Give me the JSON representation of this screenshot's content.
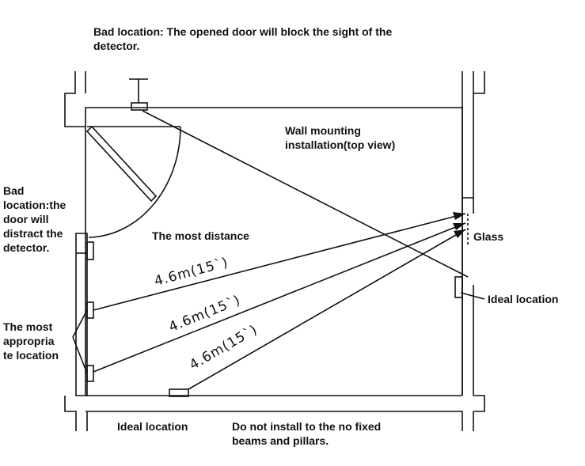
{
  "labels": {
    "bad_top": "Bad location: The opened door will block the sight of the detector.",
    "wall_mounting": "Wall mounting installation(top view)",
    "bad_door": "Bad location:the door will distract the detector.",
    "most_distance": "The most distance",
    "glass": "Glass",
    "ideal_right": "Ideal location",
    "most_appropriate": "The most appropria te location",
    "ideal_bottom": "Ideal location",
    "do_not_install": "Do not install to the no fixed beams and pillars."
  },
  "distances": {
    "upper": "4.6m(15`)",
    "middle": "4.6m(15`)",
    "lower": "4.6m(15`)"
  },
  "colors": {
    "line": "#111111",
    "background": "#ffffff"
  }
}
